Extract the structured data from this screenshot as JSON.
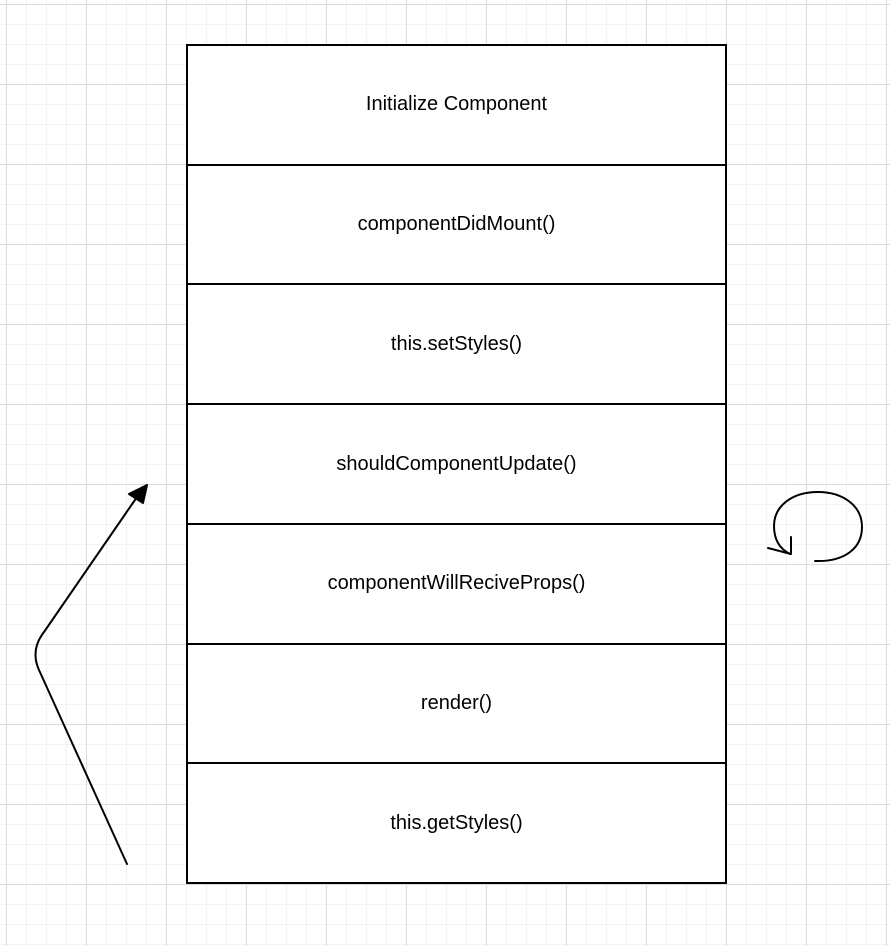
{
  "diagram": {
    "title": "Component Lifecycle",
    "stack": [
      {
        "label": "Initialize Component"
      },
      {
        "label": "componentDidMount()"
      },
      {
        "label": "this.setStyles()"
      },
      {
        "label": "shouldComponentUpdate()"
      },
      {
        "label": "componentWillReciveProps()"
      },
      {
        "label": "render()"
      },
      {
        "label": "this.getStyles()"
      }
    ],
    "connectors": [
      {
        "name": "upward-flow-arrow",
        "type": "bent-arrow",
        "direction": "up"
      },
      {
        "name": "update-loop-arrow",
        "type": "circular-arrow",
        "direction": "counterclockwise"
      }
    ],
    "colors": {
      "stroke": "#000000",
      "background": "#ffffff",
      "grid_major": "#dcdcdc",
      "grid_minor": "#f2f2f2"
    }
  }
}
